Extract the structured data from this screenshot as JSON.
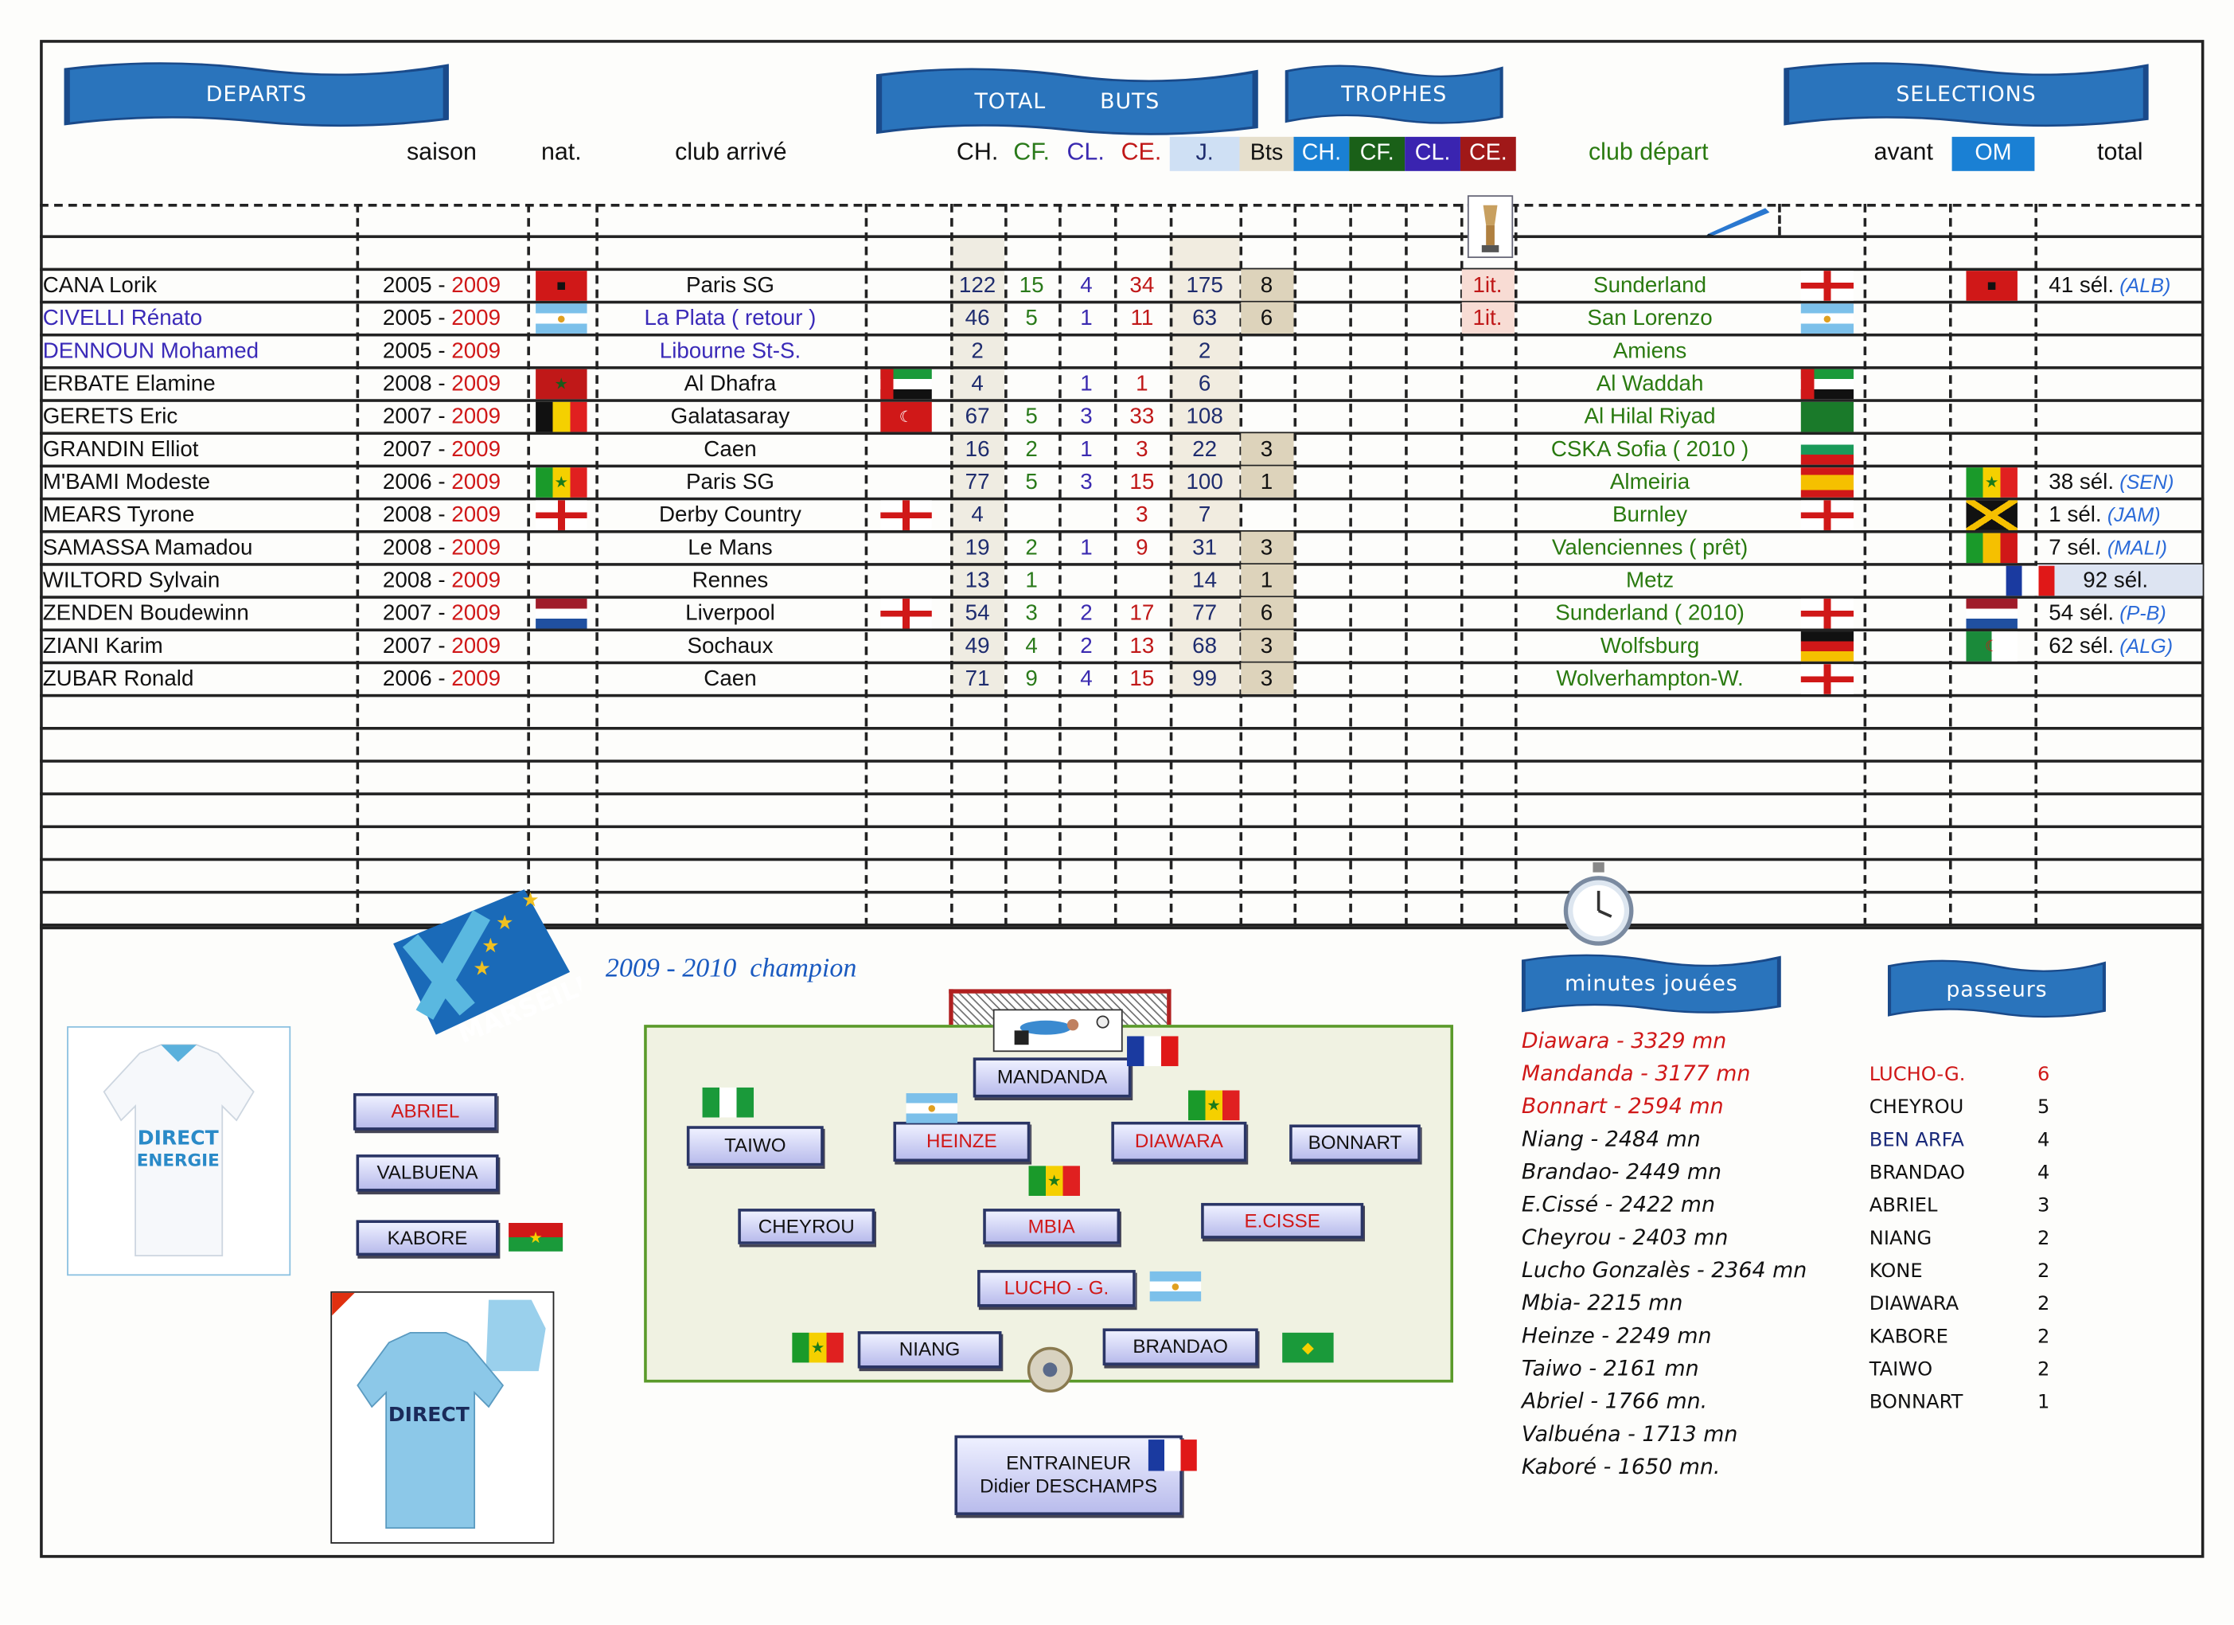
{
  "banners": {
    "departs": "DEPARTS",
    "total": "TOTAL",
    "buts": "BUTS",
    "trophes": "TROPHES",
    "selections": "SELECTIONS",
    "minutes": "minutes jouées",
    "passeurs": "passeurs"
  },
  "headers": {
    "saison": "saison",
    "nat": "nat.",
    "club_arrive": "club arrivé",
    "ch": "CH.",
    "cf": "CF.",
    "cl": "CL.",
    "ce": "CE.",
    "j": "J.",
    "bts": "Bts",
    "t_ch": "CH.",
    "t_cf": "CF.",
    "t_cl": "CL.",
    "t_ce": "CE.",
    "club_depart": "club départ",
    "avant": "avant",
    "om": "OM",
    "total": "total"
  },
  "colors": {
    "banner": "#2a74bc",
    "ch": "#1e2c6e",
    "cf": "#2a7a1a",
    "cl": "#3a2ab0",
    "ce": "#c01818",
    "club_depart": "#2a7a10",
    "sel_country": "#2a6ad8"
  },
  "players": [
    {
      "name": "CANA Lorik",
      "from": "2005",
      "to": "2009",
      "nat": "alb",
      "club": "Paris SG",
      "club_flag": "",
      "ch": "122",
      "cf": "15",
      "cl": "4",
      "ce": "34",
      "j": "175",
      "bts": "8",
      "trophy": "1it.",
      "dep": "Sunderland",
      "dep_flag": "eng",
      "sel_flag": "alb",
      "sel": "41 sél.",
      "sel_c": "(ALB)",
      "blue": false
    },
    {
      "name": "CIVELLI Rénato",
      "from": "2005",
      "to": "2009",
      "nat": "arg",
      "club": "La Plata ( retour )",
      "club_flag": "",
      "ch": "46",
      "cf": "5",
      "cl": "1",
      "ce": "11",
      "j": "63",
      "bts": "6",
      "trophy": "1it.",
      "dep": "San Lorenzo",
      "dep_flag": "arg",
      "sel_flag": "",
      "sel": "",
      "sel_c": "",
      "blue": true
    },
    {
      "name": "DENNOUN Mohamed",
      "from": "2005",
      "to": "2009",
      "nat": "",
      "club": "Libourne St-S.",
      "club_flag": "",
      "ch": "2",
      "cf": "",
      "cl": "",
      "ce": "",
      "j": "2",
      "bts": "",
      "trophy": "",
      "dep": "Amiens",
      "dep_flag": "",
      "sel_flag": "",
      "sel": "",
      "sel_c": "",
      "blue": true
    },
    {
      "name": "ERBATE Elamine",
      "from": "2008",
      "to": "2009",
      "nat": "mar",
      "club": "Al Dhafra",
      "club_flag": "uae",
      "ch": "4",
      "cf": "",
      "cl": "1",
      "ce": "1",
      "j": "6",
      "bts": "",
      "trophy": "",
      "dep": "Al Waddah",
      "dep_flag": "uae",
      "sel_flag": "",
      "sel": "",
      "sel_c": "",
      "blue": false
    },
    {
      "name": "GERETS Eric",
      "from": "2007",
      "to": "2009",
      "nat": "bel",
      "club": "Galatasaray",
      "club_flag": "tur",
      "ch": "67",
      "cf": "5",
      "cl": "3",
      "ce": "33",
      "j": "108",
      "bts": "",
      "trophy": "",
      "dep": "Al Hilal Riyad",
      "dep_flag": "ksa",
      "sel_flag": "",
      "sel": "",
      "sel_c": "",
      "blue": false
    },
    {
      "name": "GRANDIN Elliot",
      "from": "2007",
      "to": "2009",
      "nat": "",
      "club": "Caen",
      "club_flag": "",
      "ch": "16",
      "cf": "2",
      "cl": "1",
      "ce": "3",
      "j": "22",
      "bts": "3",
      "trophy": "",
      "dep": "CSKA Sofia ( 2010 )",
      "dep_flag": "bul",
      "sel_flag": "",
      "sel": "",
      "sel_c": "",
      "blue": false
    },
    {
      "name": "M'BAMI Modeste",
      "from": "2006",
      "to": "2009",
      "nat": "sen",
      "club": "Paris SG",
      "club_flag": "",
      "ch": "77",
      "cf": "5",
      "cl": "3",
      "ce": "15",
      "j": "100",
      "bts": "1",
      "trophy": "",
      "dep": "Almeiria",
      "dep_flag": "esp",
      "sel_flag": "sen",
      "sel": "38 sél.",
      "sel_c": "(SEN)",
      "blue": false
    },
    {
      "name": "MEARS Tyrone",
      "from": "2008",
      "to": "2009",
      "nat": "eng",
      "club": "Derby Country",
      "club_flag": "eng",
      "ch": "4",
      "cf": "",
      "cl": "",
      "ce": "3",
      "j": "7",
      "bts": "",
      "trophy": "",
      "dep": "Burnley",
      "dep_flag": "eng",
      "sel_flag": "jam",
      "sel": "1 sél.",
      "sel_c": "(JAM)",
      "blue": false
    },
    {
      "name": "SAMASSA Mamadou",
      "from": "2008",
      "to": "2009",
      "nat": "",
      "club": "Le Mans",
      "club_flag": "",
      "ch": "19",
      "cf": "2",
      "cl": "1",
      "ce": "9",
      "j": "31",
      "bts": "3",
      "trophy": "",
      "dep": "Valenciennes ( prêt)",
      "dep_flag": "",
      "sel_flag": "mli",
      "sel": "7 sél.",
      "sel_c": "(MALI)",
      "blue": false
    },
    {
      "name": "WILTORD Sylvain",
      "from": "2008",
      "to": "2009",
      "nat": "",
      "club": "Rennes",
      "club_flag": "",
      "ch": "13",
      "cf": "1",
      "cl": "",
      "ce": "",
      "j": "14",
      "bts": "1",
      "trophy": "",
      "dep": "Metz",
      "dep_flag": "",
      "sel_flag": "fra",
      "sel": "92 sél.",
      "sel_c": "",
      "blue": false
    },
    {
      "name": "ZENDEN Boudewinn",
      "from": "2007",
      "to": "2009",
      "nat": "ned",
      "club": "Liverpool",
      "club_flag": "eng",
      "ch": "54",
      "cf": "3",
      "cl": "2",
      "ce": "17",
      "j": "77",
      "bts": "6",
      "trophy": "",
      "dep": "Sunderland ( 2010)",
      "dep_flag": "eng",
      "sel_flag": "ned",
      "sel": "54 sél.",
      "sel_c": "(P-B)",
      "blue": false
    },
    {
      "name": "ZIANI Karim",
      "from": "2007",
      "to": "2009",
      "nat": "",
      "club": "Sochaux",
      "club_flag": "",
      "ch": "49",
      "cf": "4",
      "cl": "2",
      "ce": "13",
      "j": "68",
      "bts": "3",
      "trophy": "",
      "dep": "Wolfsburg",
      "dep_flag": "ger",
      "sel_flag": "alg",
      "sel": "62 sél.",
      "sel_c": "(ALG)",
      "blue": false
    },
    {
      "name": "ZUBAR Ronald",
      "from": "2006",
      "to": "2009",
      "nat": "",
      "club": "Caen",
      "club_flag": "",
      "ch": "71",
      "cf": "9",
      "cl": "4",
      "ce": "15",
      "j": "99",
      "bts": "3",
      "trophy": "",
      "dep": "Wolverhampton-W.",
      "dep_flag": "eng",
      "sel_flag": "",
      "sel": "",
      "sel_c": "",
      "blue": false
    }
  ],
  "champion": "2009 - 2010  champion",
  "logo_text": "VILLE DE MARSEILLE",
  "jersey_text": "DIRECT ENERGIE",
  "subs": [
    {
      "name": "ABRIEL",
      "red": true,
      "flag": ""
    },
    {
      "name": "VALBUENA",
      "red": false,
      "flag": ""
    },
    {
      "name": "KABORE",
      "red": false,
      "flag": "bfa"
    }
  ],
  "lineup": {
    "gk": {
      "name": "MANDANDA",
      "red": false,
      "flag": "fra"
    },
    "taiwo": {
      "name": "TAIWO",
      "red": false,
      "flag": "nga"
    },
    "heinze": {
      "name": "HEINZE",
      "red": true,
      "flag": "arg"
    },
    "diawara": {
      "name": "DIAWARA",
      "red": true,
      "flag": "sen"
    },
    "bonnart": {
      "name": "BONNART",
      "red": false,
      "flag": ""
    },
    "cheyrou": {
      "name": "CHEYROU",
      "red": false,
      "flag": ""
    },
    "mbia": {
      "name": "MBIA",
      "red": true,
      "flag": "sen"
    },
    "cisse": {
      "name": "E.CISSE",
      "red": true,
      "flag": ""
    },
    "lucho": {
      "name": "LUCHO - G.",
      "red": true,
      "flag": "arg"
    },
    "niang": {
      "name": "NIANG",
      "red": false,
      "flag": "sen"
    },
    "brandao": {
      "name": "BRANDAO",
      "red": false,
      "flag": "bra"
    }
  },
  "coach": {
    "title": "ENTRAINEUR",
    "name": "Didier DESCHAMPS",
    "flag": "fra"
  },
  "minutes": [
    {
      "text": "Diawara - 3329 mn",
      "red": true
    },
    {
      "text": "Mandanda - 3177 mn",
      "red": true
    },
    {
      "text": "Bonnart - 2594 mn",
      "red": true
    },
    {
      "text": "Niang - 2484 mn",
      "red": false
    },
    {
      "text": "Brandao- 2449 mn",
      "red": false
    },
    {
      "text": "E.Cissé - 2422 mn",
      "red": false
    },
    {
      "text": "Cheyrou - 2403 mn",
      "red": false
    },
    {
      "text": "Lucho Gonzalès - 2364 mn",
      "red": false
    },
    {
      "text": "Mbia- 2215 mn",
      "red": false
    },
    {
      "text": "Heinze - 2249 mn",
      "red": false
    },
    {
      "text": "Taiwo - 2161 mn",
      "red": false
    },
    {
      "text": "Abriel - 1766 mn.",
      "red": false
    },
    {
      "text": "Valbuéna - 1713 mn",
      "red": false
    },
    {
      "text": "Kaboré - 1650 mn.",
      "red": false
    }
  ],
  "passeurs": [
    {
      "name": "LUCHO-G.",
      "n": "6",
      "color": "#d01818"
    },
    {
      "name": "CHEYROU",
      "n": "5",
      "color": "#111"
    },
    {
      "name": "BEN ARFA",
      "n": "4",
      "color": "#1a2a7a"
    },
    {
      "name": "BRANDAO",
      "n": "4",
      "color": "#111"
    },
    {
      "name": "ABRIEL",
      "n": "3",
      "color": "#111"
    },
    {
      "name": "NIANG",
      "n": "2",
      "color": "#111"
    },
    {
      "name": "KONE",
      "n": "2",
      "color": "#111"
    },
    {
      "name": "DIAWARA",
      "n": "2",
      "color": "#111"
    },
    {
      "name": "KABORE",
      "n": "2",
      "color": "#111"
    },
    {
      "name": "TAIWO",
      "n": "2",
      "color": "#111"
    },
    {
      "name": "BONNART",
      "n": "1",
      "color": "#111"
    }
  ]
}
